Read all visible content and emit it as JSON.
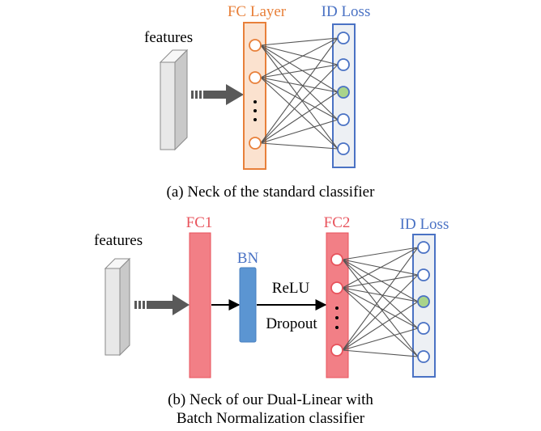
{
  "colors": {
    "fc_orange": "#e8803a",
    "fc_orange_fill": "#fbe2cf",
    "id_blue": "#4a72c4",
    "id_blue_fill": "#edf0f4",
    "fc_red": "#f27f86",
    "fc_red_stroke": "#e8535c",
    "bn_blue": "#5b95d2",
    "node_green": "#a9d48a",
    "edge_gray": "#555555"
  },
  "panel_a": {
    "features_label": "features",
    "fc_label": "FC Layer",
    "id_label": "ID Loss",
    "caption": "(a) Neck of the standard classifier"
  },
  "panel_b": {
    "features_label": "features",
    "fc1_label": "FC1",
    "bn_label": "BN",
    "relu_label": "ReLU",
    "dropout_label": "Dropout",
    "fc2_label": "FC2",
    "id_label": "ID Loss",
    "caption_line1": "(b) Neck of our Dual-Linear with",
    "caption_line2": "Batch Normalization classifier"
  }
}
